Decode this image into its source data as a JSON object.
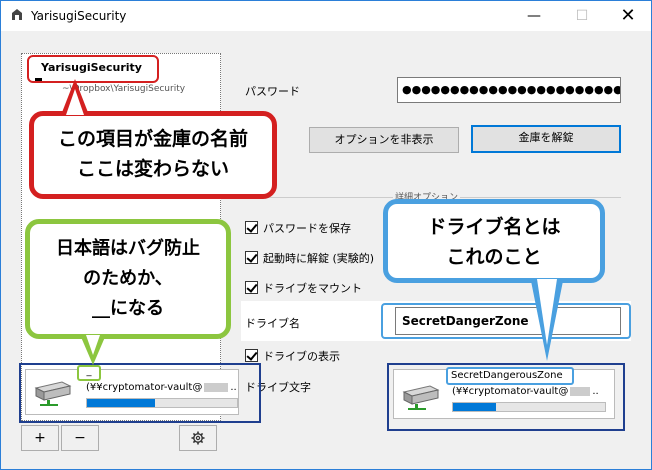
{
  "window": {
    "title": "YarisugiSecurity",
    "minimize_glyph": "—",
    "maximize_glyph": "☐",
    "close_glyph": "✕",
    "accent": "#0078d7"
  },
  "sidebar": {
    "vault_name": "YarisugiSecurity",
    "vault_path": "~\\Dropbox\\YarisugiSecurity",
    "add_label": "+",
    "remove_label": "−",
    "settings_icon": "gear-icon"
  },
  "form": {
    "password_label": "パスワード",
    "password_value": "●●●●●●●●●●●●●●●●●●●●●●●●●●●●",
    "hide_options_label": "オプションを非表示",
    "unlock_label": "金庫を解錠",
    "advanced_label": "詳細オプション",
    "save_password_label": "パスワードを保存",
    "unlock_on_start_label": "起動時に解錠 (実験的)",
    "mount_drive_label": "ドライブをマウント",
    "drive_name_label": "ドライブ名",
    "drive_name_value": "SecretDangerZone",
    "show_drive_label": "ドライブの表示",
    "drive_letter_label": "ドライブ文字"
  },
  "drive_left": {
    "name": "_",
    "path": "(¥¥cryptomator-vault@",
    "path_suffix": "..",
    "progress": 0.45
  },
  "drive_right": {
    "name": "SecretDangerousZone",
    "path": "(¥¥cryptomator-vault@",
    "path_suffix": "..",
    "progress": 0.28
  },
  "annotations": {
    "red_line1": "この項目が金庫の名前",
    "red_line2": "ここは変わらない",
    "green_line1": "日本語はバグ防止",
    "green_line2": "のためか、",
    "green_line3": "__になる",
    "blue_line1": "ドライブ名とは",
    "blue_line2": "これのこと",
    "colors": {
      "red": "#d42020",
      "green": "#8cc63f",
      "blue": "#4aa0e0",
      "navy": "#1f3f8f"
    }
  }
}
